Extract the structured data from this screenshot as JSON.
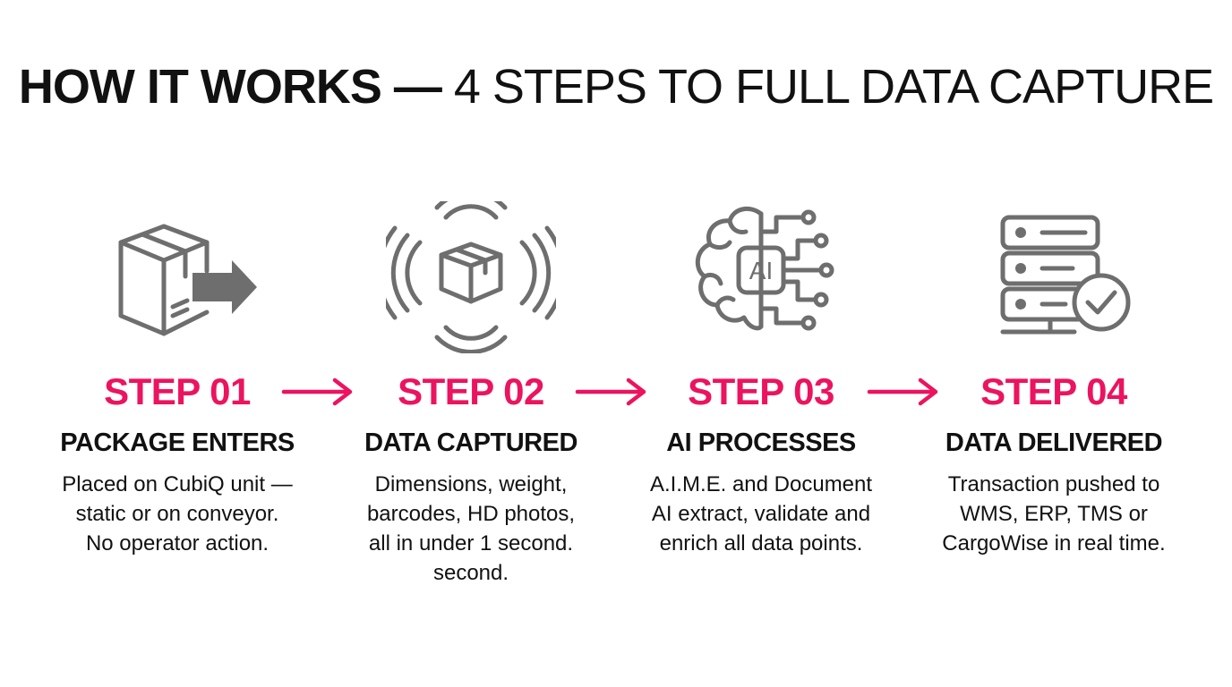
{
  "title": {
    "bold": "HOW IT WORKS —",
    "light": " 4 STEPS TO FULL DATA CAPTURE"
  },
  "colors": {
    "accent": "#ec135f",
    "icon": "#6e6e6e",
    "text": "#111111",
    "background": "#ffffff"
  },
  "steps": [
    {
      "label": "STEP 01",
      "name": "PACKAGE ENTERS",
      "description": "Placed on CubiQ unit —\nstatic or on conveyor.\nNo operator action.",
      "icon": "package-arrow-icon"
    },
    {
      "label": "STEP 02",
      "name": "DATA CAPTURED",
      "description": "Dimensions, weight,\nbarcodes, HD photos,\nall in under 1 second.\nsecond.",
      "icon": "package-scan-icon"
    },
    {
      "label": "STEP 03",
      "name": "AI PROCESSES",
      "description": "A.I.M.E. and Document\nAI extract, validate and\nenrich all data points.",
      "icon": "ai-brain-icon",
      "icon_text": "AI"
    },
    {
      "label": "STEP 04",
      "name": "DATA DELIVERED",
      "description": "Transaction pushed to\nWMS, ERP, TMS or\nCargoWise in real time.",
      "icon": "server-check-icon"
    }
  ]
}
